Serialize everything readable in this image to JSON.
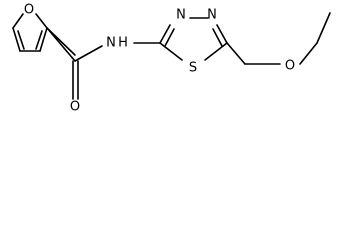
{
  "molecule": {
    "atom_labels": {
      "furan_oxygen": "O",
      "amide_nitrogen": "N",
      "amide_hydrogen": "H",
      "carbonyl_oxygen": "O",
      "thiadiazole_sulfur": "S",
      "thiadiazole_nitrogen_1": "N",
      "thiadiazole_nitrogen_2": "N",
      "ether_oxygen": "O"
    }
  }
}
